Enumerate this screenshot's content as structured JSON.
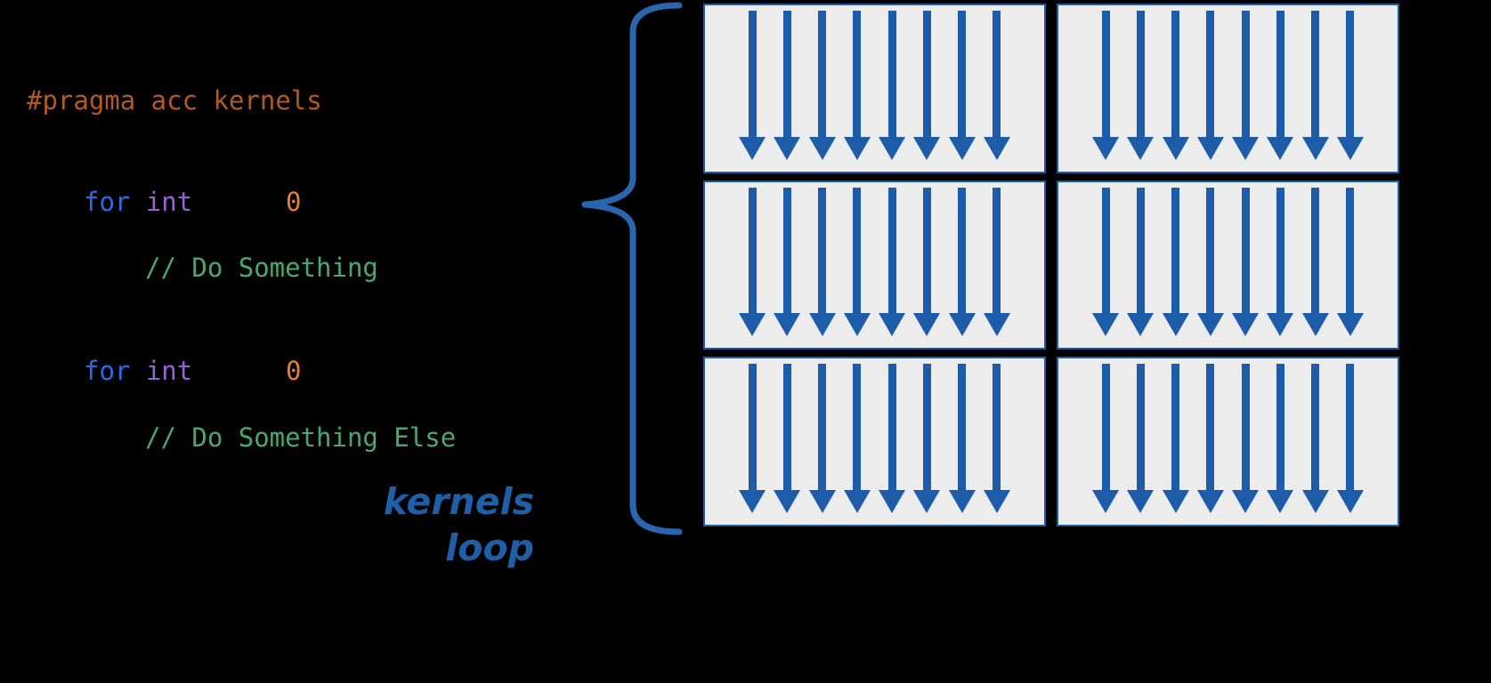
{
  "meta": {
    "description": "Diagram showing an OpenACC kernels construct: code with two loops on the left, braced to a grid of GPU thread blocks with parallel threads on the right"
  },
  "colors": {
    "background": "#000000",
    "pragma": "#B35A1E",
    "keyword": "#2A6BE2",
    "type": "#9B5FD6",
    "number": "#ED7D31",
    "comment": "#49A86F",
    "label": "#1F5FA8",
    "brace": "#2A66AE",
    "arrow": "#1C5CA8",
    "box_fill": "#ECECEC",
    "box_border": "#1C5CA8"
  },
  "code": {
    "lines": [
      {
        "name": "pragma-line",
        "tokens": [
          {
            "t": "#pragma acc kernels",
            "c": "pragma"
          }
        ]
      },
      {
        "name": "for-line-1",
        "tokens": [
          {
            "t": "for ",
            "c": "keyword"
          },
          {
            "t": "int",
            "c": "type"
          },
          {
            "t": "      ",
            "c": "plain"
          },
          {
            "t": "0",
            "c": "number"
          }
        ]
      },
      {
        "name": "comment-line-1",
        "tokens": [
          {
            "t": "// Do Something",
            "c": "comment"
          }
        ]
      },
      {
        "name": "for-line-2",
        "tokens": [
          {
            "t": "for ",
            "c": "keyword"
          },
          {
            "t": "int",
            "c": "type"
          },
          {
            "t": "      ",
            "c": "plain"
          },
          {
            "t": "0",
            "c": "number"
          }
        ]
      },
      {
        "name": "comment-line-2",
        "tokens": [
          {
            "t": "// Do Something Else",
            "c": "comment"
          }
        ]
      }
    ]
  },
  "brace_label": {
    "line1": "kernels",
    "line2": "loop"
  },
  "diagram": {
    "rows": 3,
    "cols": 2,
    "arrows_per_box": 8
  }
}
